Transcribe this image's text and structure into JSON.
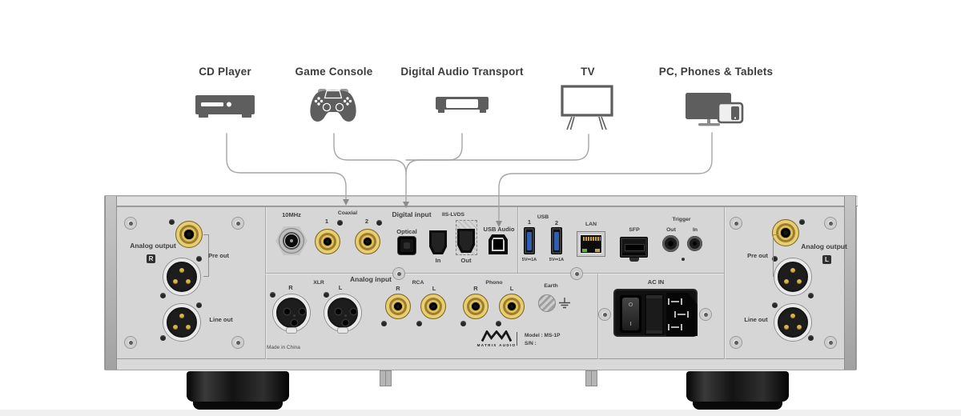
{
  "sources": [
    {
      "label": "CD Player",
      "icon": "cd-player-icon"
    },
    {
      "label": "Game Console",
      "icon": "game-controller-icon"
    },
    {
      "label": "Digital Audio Transport",
      "icon": "audio-transport-icon"
    },
    {
      "label": "TV",
      "icon": "tv-icon"
    },
    {
      "label": "PC, Phones & Tablets",
      "icon": "pc-phone-tablet-icon"
    }
  ],
  "rear_panel": {
    "clock_label": "10MHz",
    "coaxial": {
      "label": "Coaxial",
      "port1": "1",
      "port2": "2"
    },
    "digital": {
      "header": "Digital input",
      "optical": "Optical",
      "iis": "IIS-LVDS",
      "in": "In",
      "out": "Out",
      "usb_audio": "USB Audio"
    },
    "usb_host": {
      "label": "USB",
      "port1": "1",
      "port2": "2",
      "power": "5V⎓1A"
    },
    "network": {
      "lan": "LAN",
      "sfp": "SFP"
    },
    "trigger": {
      "label": "Trigger",
      "out": "Out",
      "in": "In"
    },
    "analog_input": {
      "header": "Analog input",
      "groups": [
        {
          "name": "XLR",
          "right": "R",
          "left": "L"
        },
        {
          "name": "RCA",
          "right": "R",
          "left": "L"
        },
        {
          "name": "Phono",
          "right": "R",
          "left": "L"
        }
      ],
      "earth": "Earth"
    },
    "analog_output_r": {
      "header": "Analog output",
      "channel": "R",
      "pre_out": "Pre out",
      "line_out": "Line out"
    },
    "analog_output_l": {
      "header": "Analog output",
      "channel": "L",
      "pre_out": "Pre out",
      "line_out": "Line out"
    },
    "power": {
      "label": "AC IN",
      "off": "O",
      "on": "I"
    },
    "branding": {
      "brand": "MATRIX AUDIO",
      "model": "Model : MS-1P",
      "serial": "S/N :",
      "origin": "Made in China"
    }
  },
  "colors": {
    "panel": "#d6d6d6",
    "icon_gray": "#5e5e5e",
    "line_gray": "#a6a6a6",
    "gold": "#c8a43e",
    "usb_blue": "#2f5fae",
    "label": "#3d3d3d"
  }
}
